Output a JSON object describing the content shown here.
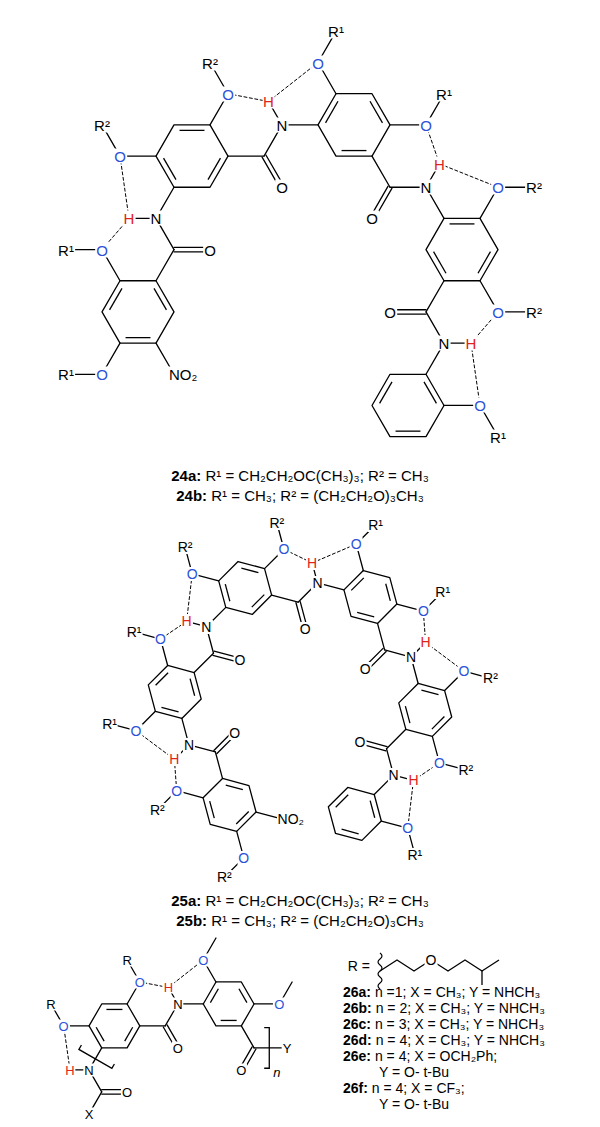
{
  "diagram": {
    "labels": [
      "O",
      "R¹",
      "O",
      "R¹",
      "NO₂",
      "O",
      "N",
      "H",
      "O",
      "R²",
      "O",
      "R²",
      "O",
      "N",
      "H",
      "O",
      "R¹",
      "O",
      "R¹",
      "O",
      "N",
      "H",
      "O",
      "R²",
      "O",
      "R²",
      "O",
      "N",
      "H",
      "O",
      "R¹",
      "24a: R¹ = CH₂CH₂OC(CH₃)₃; R² = CH₃",
      "24b: R¹ = CH₃; R² = (CH₂CH₂O)₃CH₃",
      "O",
      "R²",
      "O",
      "R²",
      "NO₂",
      "O",
      "N",
      "H",
      "O",
      "R¹",
      "O",
      "R¹",
      "O",
      "N",
      "H",
      "O",
      "R²",
      "O",
      "R²",
      "O",
      "N",
      "H",
      "O",
      "R¹",
      "O",
      "R¹",
      "O",
      "N",
      "H",
      "O",
      "R²",
      "O",
      "R²",
      "O",
      "N",
      "H",
      "O",
      "R¹",
      "25a: R¹ = CH₂CH₂OC(CH₃)₃; R² = CH₃",
      "25b: R¹ = CH₃; R² = (CH₂CH₂O)₃CH₃",
      "X",
      "O",
      "N",
      "H",
      "O",
      "R",
      "O",
      "R",
      "O",
      "N",
      "H",
      "O",
      "O",
      "O",
      "Y",
      "n",
      "R =",
      "O",
      "26a: n =1; X = CH₃; Y = NHCH₃",
      "26b: n = 2; X = CH₃; Y = NHCH₃",
      "26c: n = 3; X = CH₃; Y = NHCH₃",
      "26d: n = 4; X = CH₃; Y = NHCH₃",
      "26e: n = 4; X = OCH₂Ph; Y = O- t-Bu",
      "26f: n = 4; X = CF₃; Y = O- t-Bu"
    ]
  }
}
